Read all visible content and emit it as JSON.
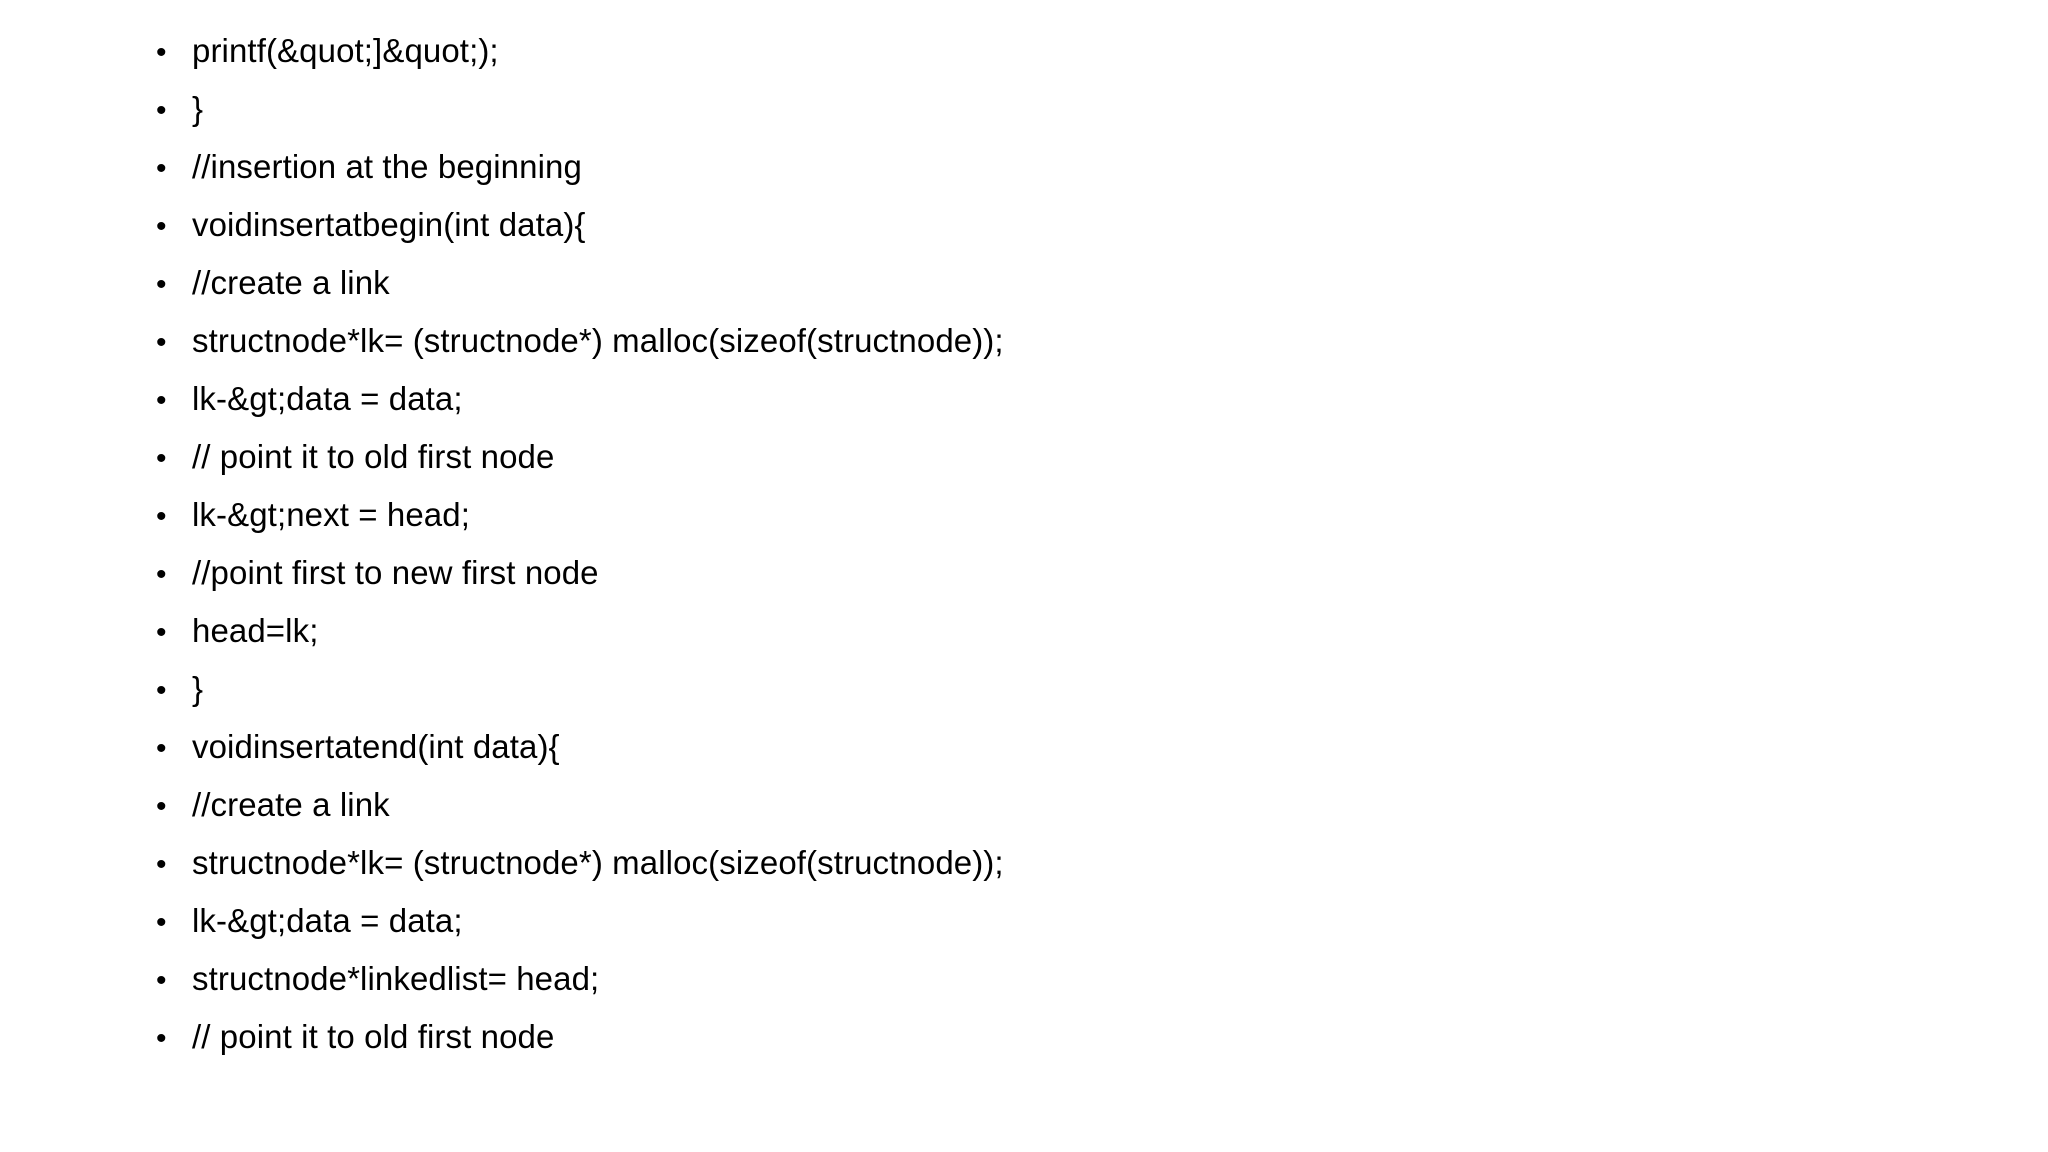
{
  "slide": {
    "background_color": "#ffffff",
    "text_color": "#000000",
    "bullet_glyph": "•",
    "lines": [
      {
        "text": "printf(&quot;]&quot;);"
      },
      {
        "text": "}"
      },
      {
        "text": "//insertion at the beginning"
      },
      {
        "text": "voidinsertatbegin(int data){"
      },
      {
        "text": "//create a link"
      },
      {
        "text": "structnode*lk= (structnode*) malloc(sizeof(structnode));"
      },
      {
        "text": "lk-&gt;data = data;"
      },
      {
        "text": "// point it to old first node"
      },
      {
        "text": "lk-&gt;next = head;"
      },
      {
        "text": "//point first to new first node"
      },
      {
        "text": "head=lk;"
      },
      {
        "text": "}"
      },
      {
        "text": "voidinsertatend(int data){"
      },
      {
        "text": "//create a link"
      },
      {
        "text": "structnode*lk= (structnode*) malloc(sizeof(structnode));"
      },
      {
        "text": "lk-&gt;data = data;"
      },
      {
        "text": "structnode*linkedlist= head;"
      },
      {
        "text": "// point it to old first node"
      }
    ]
  }
}
